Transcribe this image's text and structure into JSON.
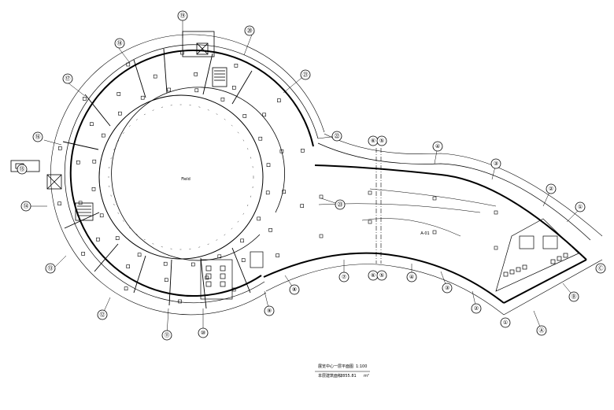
{
  "drawing": {
    "axes": {
      "a1": "①",
      "a2": "②",
      "a3": "③",
      "a4": "④",
      "a5": "⑤",
      "a6": "⑥",
      "a7": "⑦",
      "a8": "⑧",
      "a9": "⑨",
      "a10": "⑩",
      "a11": "⑪",
      "a12": "⑫",
      "a13": "⑬",
      "a14": "⑭",
      "a15": "⑮",
      "a16": "⑯",
      "a17": "⑰",
      "a18": "⑱",
      "a19": "⑲",
      "a20": "⑳",
      "a21": "㉑",
      "a22": "㉒",
      "a23": "㉓",
      "aA": "Ⓐ",
      "aB": "Ⓑ",
      "aC": "Ⓒ"
    },
    "rooms": {
      "center": "Field",
      "mid_right": "A-01"
    },
    "title_block": {
      "title": "展览中心一层平面图",
      "scale": "1:100",
      "area_label": "本层建筑面积",
      "area_value": "2855.81",
      "area_unit": "m²"
    }
  }
}
